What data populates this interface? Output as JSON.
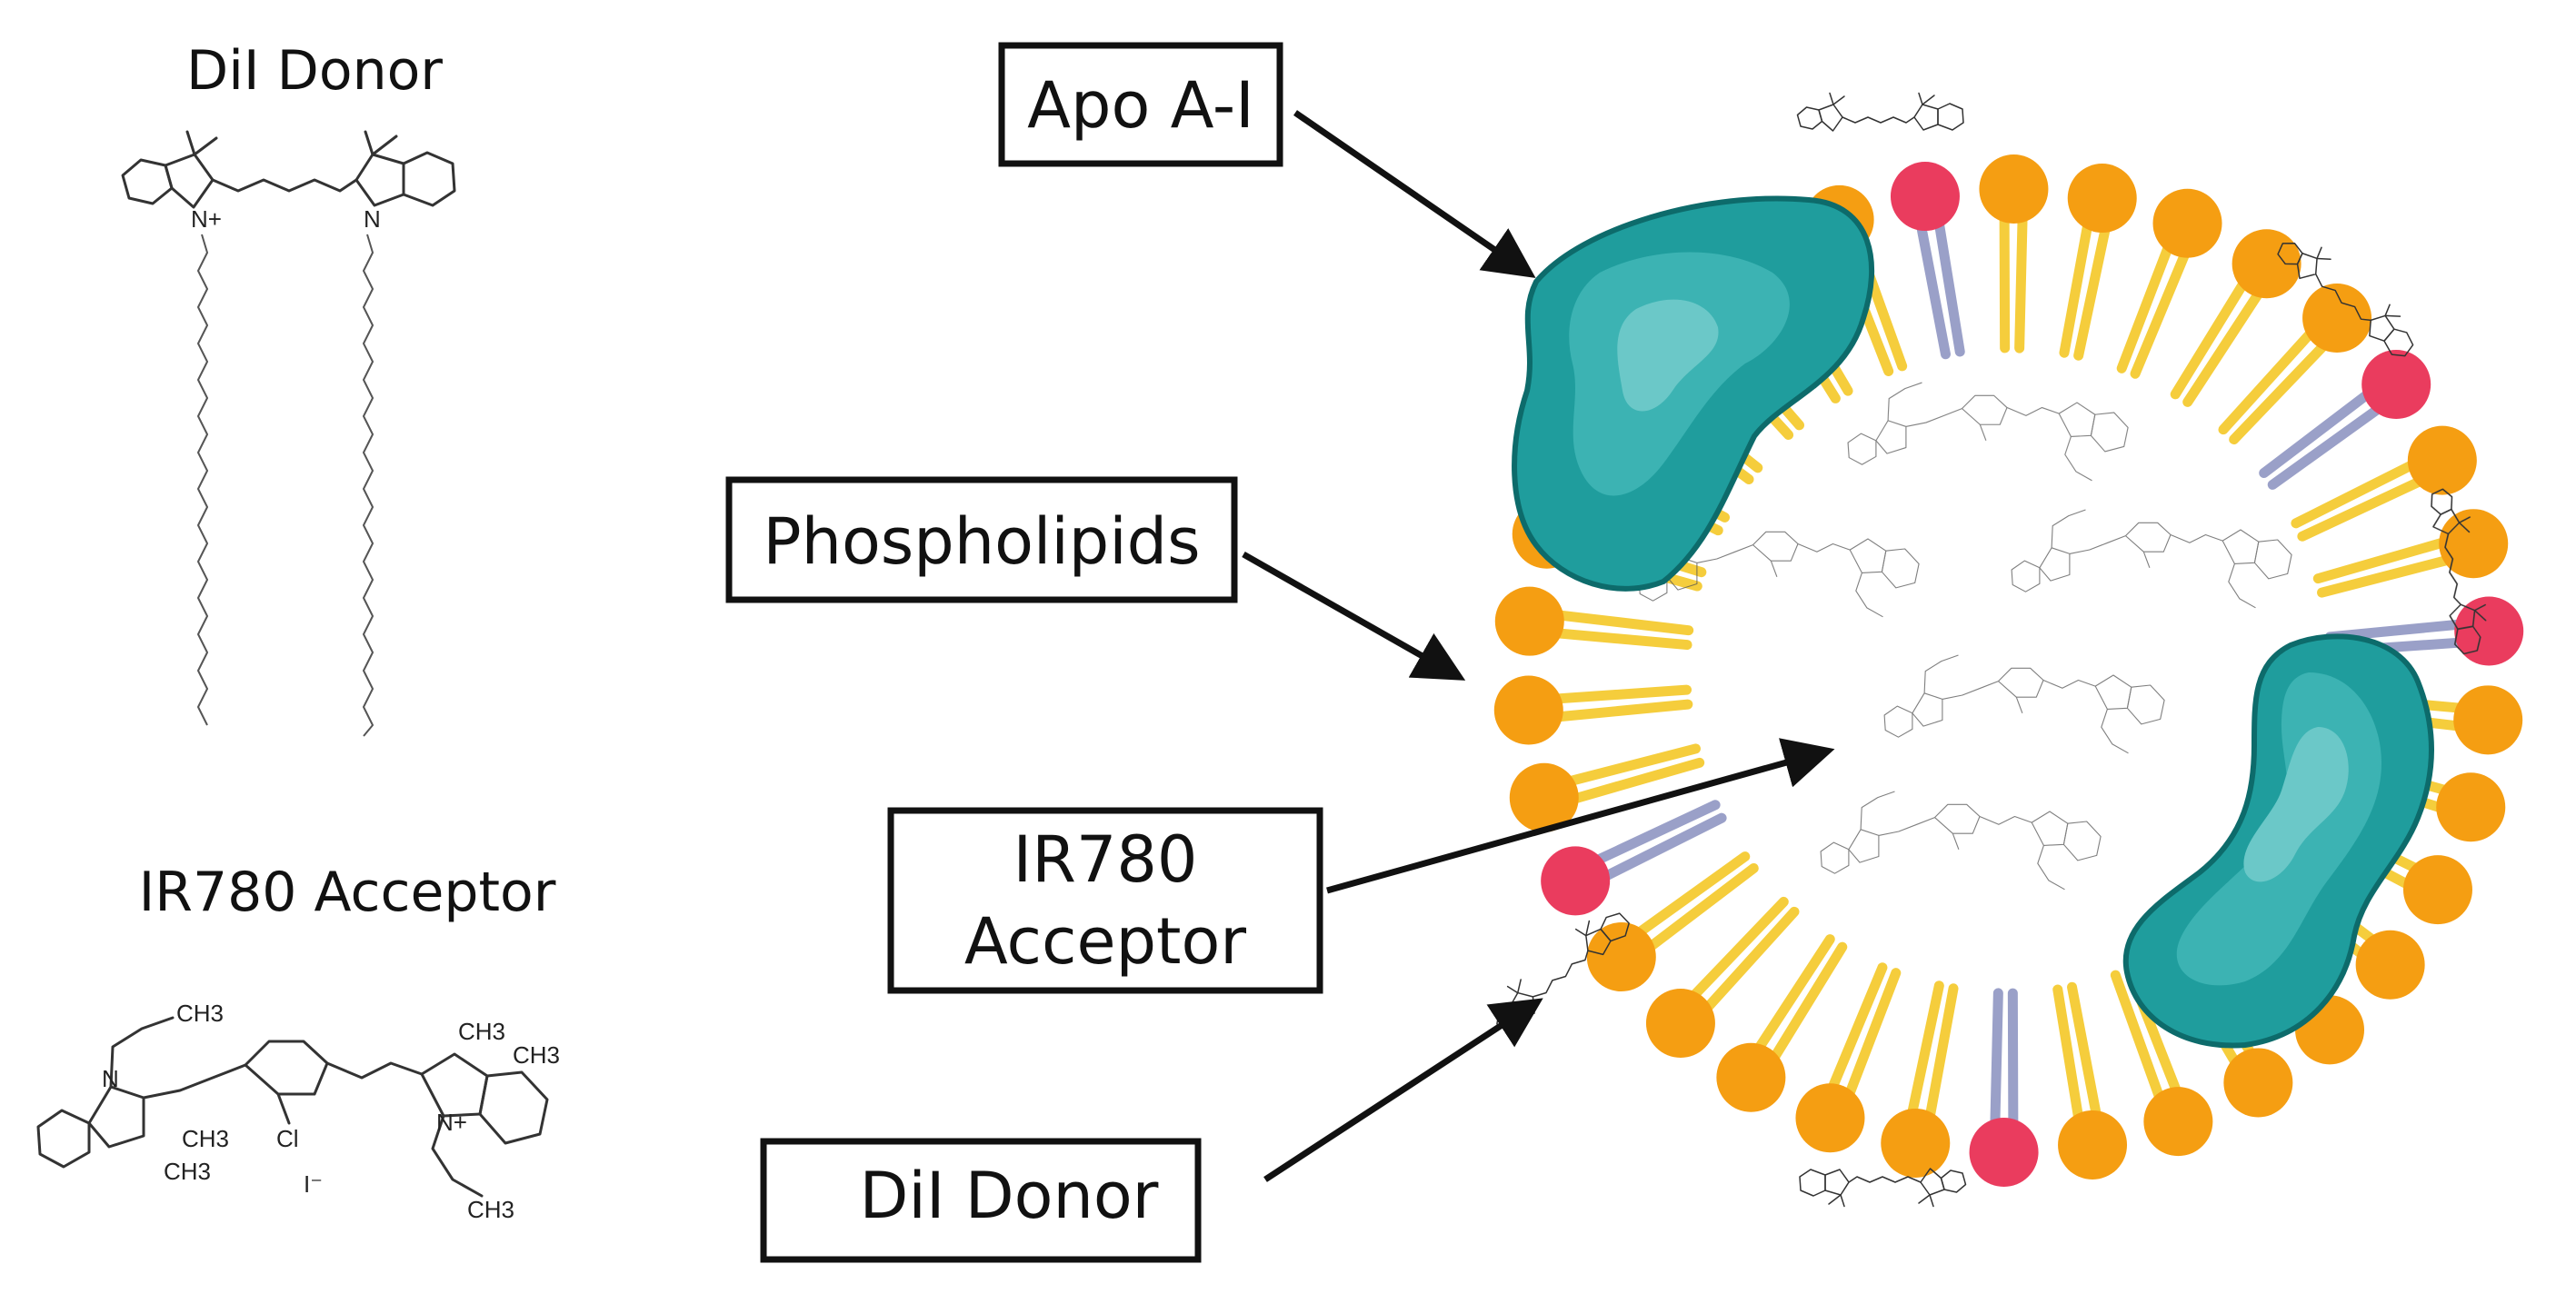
{
  "left_panel": {
    "dil_title": "DiI Donor",
    "ir780_title": "IR780 Acceptor"
  },
  "ir780_structure_labels": {
    "n_left": "N",
    "n_right": "N+",
    "chlorine": "Cl",
    "iodide": "I⁻",
    "ch3_top": "CH3",
    "ch3_mid_left": "CH3",
    "ch3_mid_left_2": "CH3",
    "ch3_right_1": "CH3",
    "ch3_right_2": "CH3",
    "ch3_bottom": "CH3"
  },
  "dil_structure_labels": {
    "n_left": "N+",
    "n_right": "N"
  },
  "labels": {
    "apo": "Apo A-I",
    "phospholipids": "Phospholipids",
    "ir780_line1": "IR780",
    "ir780_line2": "Acceptor",
    "dil_donor": "DiI Donor"
  },
  "colors": {
    "apo_protein": "#1a9a9a",
    "phospholipid_head": "#f59e12",
    "phospholipid_tail": "#f5cd3c",
    "dil_head": "#ea3c5e",
    "dil_tail": "#9aa0c8"
  }
}
